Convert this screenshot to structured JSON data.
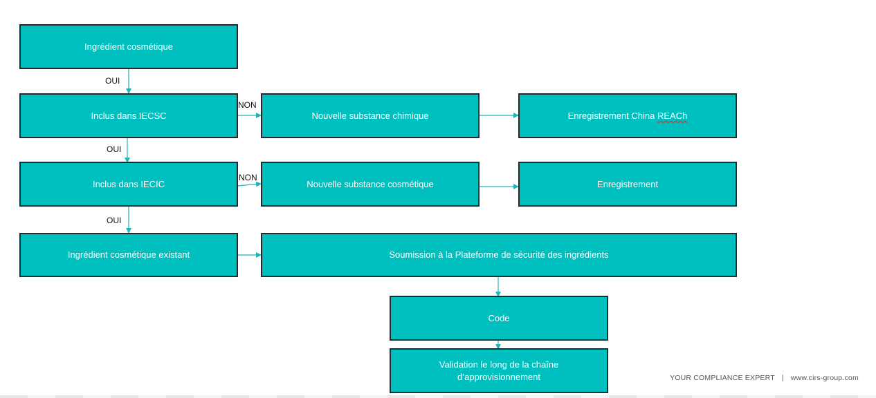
{
  "diagram": {
    "nodes": {
      "ingredient": "Ingrédient cosmétique",
      "iecsc": "Inclus dans IECSC",
      "new_chemical": "Nouvelle substance chimique",
      "china_reach_prefix": "Enregistrement China ",
      "china_reach_word": "REACh",
      "iecic": "Inclus dans IECIC",
      "new_cosmetic": "Nouvelle substance cosmétique",
      "registration": "Enregistrement",
      "existing": "Ingrédient cosmétique existant",
      "submission": "Soumission à la Plateforme de sécurité des ingrédients",
      "code": "Code",
      "validation_line1": "Validation le long de la chaîne",
      "validation_line2": "d’approvisionnement"
    },
    "edge_labels": {
      "oui_1": "OUI",
      "non_1": "NON",
      "oui_2": "OUI",
      "non_2": "NON",
      "oui_3": "OUI"
    },
    "colors": {
      "box_fill": "#00bfbf",
      "box_border": "#1c2d30",
      "arrow": "#1fb5b5"
    }
  },
  "footer": {
    "tagline": "YOUR COMPLIANCE EXPERT",
    "separator": "|",
    "website": "www.cirs-group.com"
  }
}
